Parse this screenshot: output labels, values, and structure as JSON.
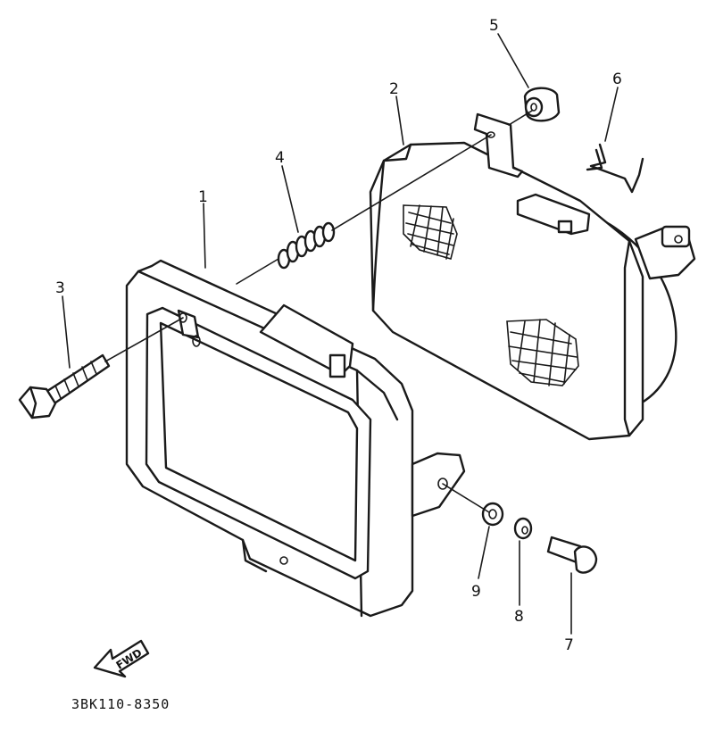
{
  "diagram": {
    "callouts": [
      {
        "id": "1",
        "label": "1"
      },
      {
        "id": "2",
        "label": "2"
      },
      {
        "id": "3",
        "label": "3"
      },
      {
        "id": "4",
        "label": "4"
      },
      {
        "id": "5",
        "label": "5"
      },
      {
        "id": "6",
        "label": "6"
      },
      {
        "id": "7",
        "label": "7"
      },
      {
        "id": "8",
        "label": "8"
      },
      {
        "id": "9",
        "label": "9"
      }
    ],
    "direction_label": "FWD",
    "drawing_code": "3BK110-8350"
  },
  "colors": {
    "ink": "#1a1a1a",
    "background": "#ffffff"
  }
}
